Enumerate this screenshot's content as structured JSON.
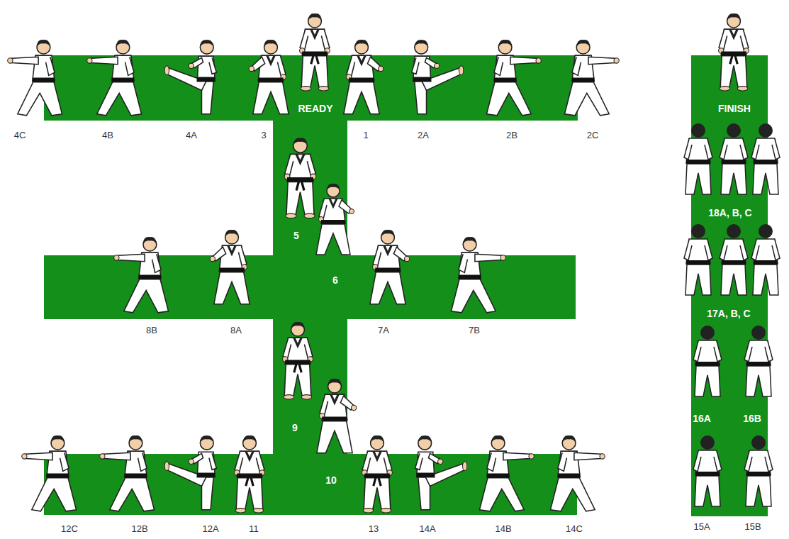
{
  "diagram": {
    "labels": [
      "READY",
      "4C",
      "4B",
      "4A",
      "3",
      "1",
      "2A",
      "2B",
      "2C",
      "5",
      "6",
      "8B",
      "8A",
      "7A",
      "7B",
      "9",
      "10",
      "12C",
      "12B",
      "12A",
      "11",
      "13",
      "14A",
      "14B",
      "14C",
      "FINISH",
      "18A, B, C",
      "17A, B, C",
      "16A",
      "16B",
      "15A",
      "15B"
    ]
  }
}
